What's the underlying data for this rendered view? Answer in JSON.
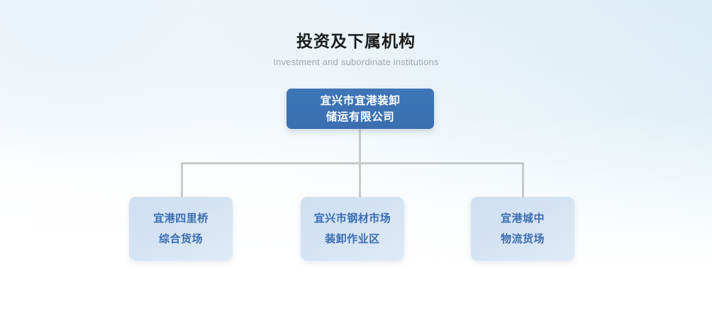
{
  "header": {
    "title": "投资及下属机构",
    "subtitle": "Investment and subordinate institutions"
  },
  "colors": {
    "root_node_fill": "#3B72B4",
    "root_node_text": "#FFFFFF",
    "child_node_fill": "#D3E2F2",
    "child_node_text": "#3A6CB0",
    "connector_line": "#C9C9C9",
    "title_text": "#1B1B1B",
    "subtitle_text": "#A0A9B0",
    "background_top_left": "#F0F5FA",
    "background_top_right": "#E4EFF5",
    "background_bottom": "#FFFFFF"
  },
  "org_chart": {
    "root": {
      "name": "宜兴市宜港装卸储运有限公司",
      "line1": "宜兴市宜港装卸",
      "line2": "储运有限公司"
    },
    "children": [
      {
        "name": "宜港四里桥综合货场",
        "line1": "宜港四里桥",
        "line2": "综合货场"
      },
      {
        "name": "宜兴市钢材市场装卸作业区",
        "line1": "宜兴市钢材市场",
        "line2": "装卸作业区"
      },
      {
        "name": "宜港城中物流货场",
        "line1": "宜港城中",
        "line2": "物流货场"
      }
    ]
  }
}
